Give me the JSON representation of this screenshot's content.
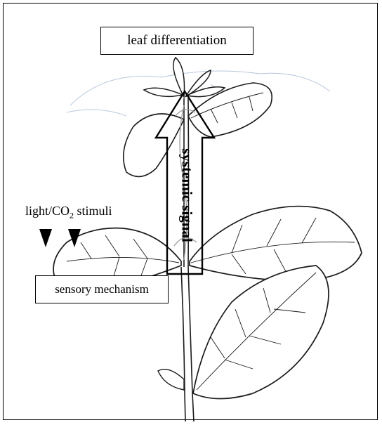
{
  "diagram": {
    "top_label": "leaf differentiation",
    "signal_label": "systemic signal",
    "stimuli_label_prefix": "light/CO",
    "stimuli_label_subscript": "2",
    "stimuli_label_suffix": " stimuli",
    "sensory_label": "sensory mechanism"
  },
  "icons": [
    "plant-drawing",
    "stimulus-arrow",
    "stimulus-arrow",
    "upward-arrow"
  ],
  "colors": {
    "line": "#000000",
    "sketch": "#1a1a1a",
    "faint_sketch": "#b8c8dc",
    "signal_sketch": "#9a9a9a"
  }
}
